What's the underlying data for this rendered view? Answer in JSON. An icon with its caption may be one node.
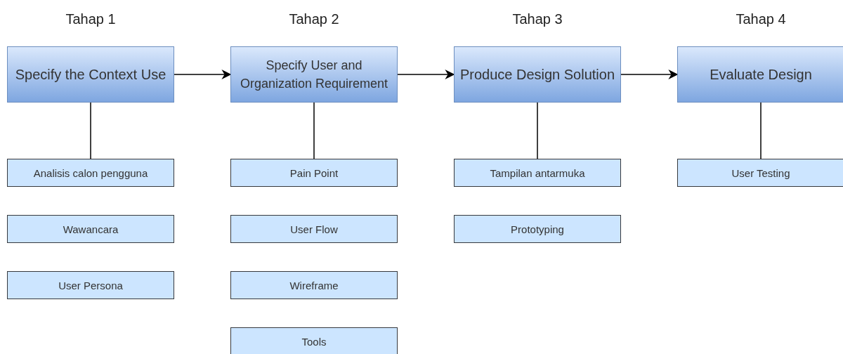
{
  "diagram": {
    "nodes": [
      {
        "text": [
          "Specify the Context Use"
        ]
      },
      {
        "text": [
          "Specify User and Organization Requirement"
        ]
      },
      {
        "text": [
          "Produce Design Solution"
        ]
      },
      {
        "text": [
          "Evaluate Design"
        ]
      },
      {
        "text": [
          "Analisis calon pengguna"
        ]
      },
      {
        "text": [
          "Wawancara"
        ]
      },
      {
        "text": [
          "User Persona"
        ]
      },
      {
        "text": [
          "Pain Point"
        ]
      },
      {
        "text": [
          "User Flow"
        ]
      },
      {
        "text": [
          "Wireframe"
        ]
      },
      {
        "text": [
          "Tools"
        ]
      },
      {
        "text": [
          "Tampilan antarmuka"
        ]
      },
      {
        "text": [
          "Prototyping"
        ]
      },
      {
        "text": [
          "User Testing"
        ]
      }
    ],
    "edges": [
      {
        "from": 0,
        "to": 1,
        "arrow": "to"
      },
      {
        "from": 1,
        "to": 2,
        "arrow": "to"
      },
      {
        "from": 2,
        "to": 3,
        "arrow": "to"
      },
      {
        "from": 0,
        "to": 4,
        "arrow": "none"
      },
      {
        "from": 1,
        "to": 7,
        "arrow": "none"
      },
      {
        "from": 2,
        "to": 11,
        "arrow": "none"
      },
      {
        "from": 3,
        "to": 13,
        "arrow": "none"
      }
    ],
    "labels": [
      "Tahap 1",
      "Tahap 2",
      "Tahap 3",
      "Tahap 4"
    ]
  }
}
